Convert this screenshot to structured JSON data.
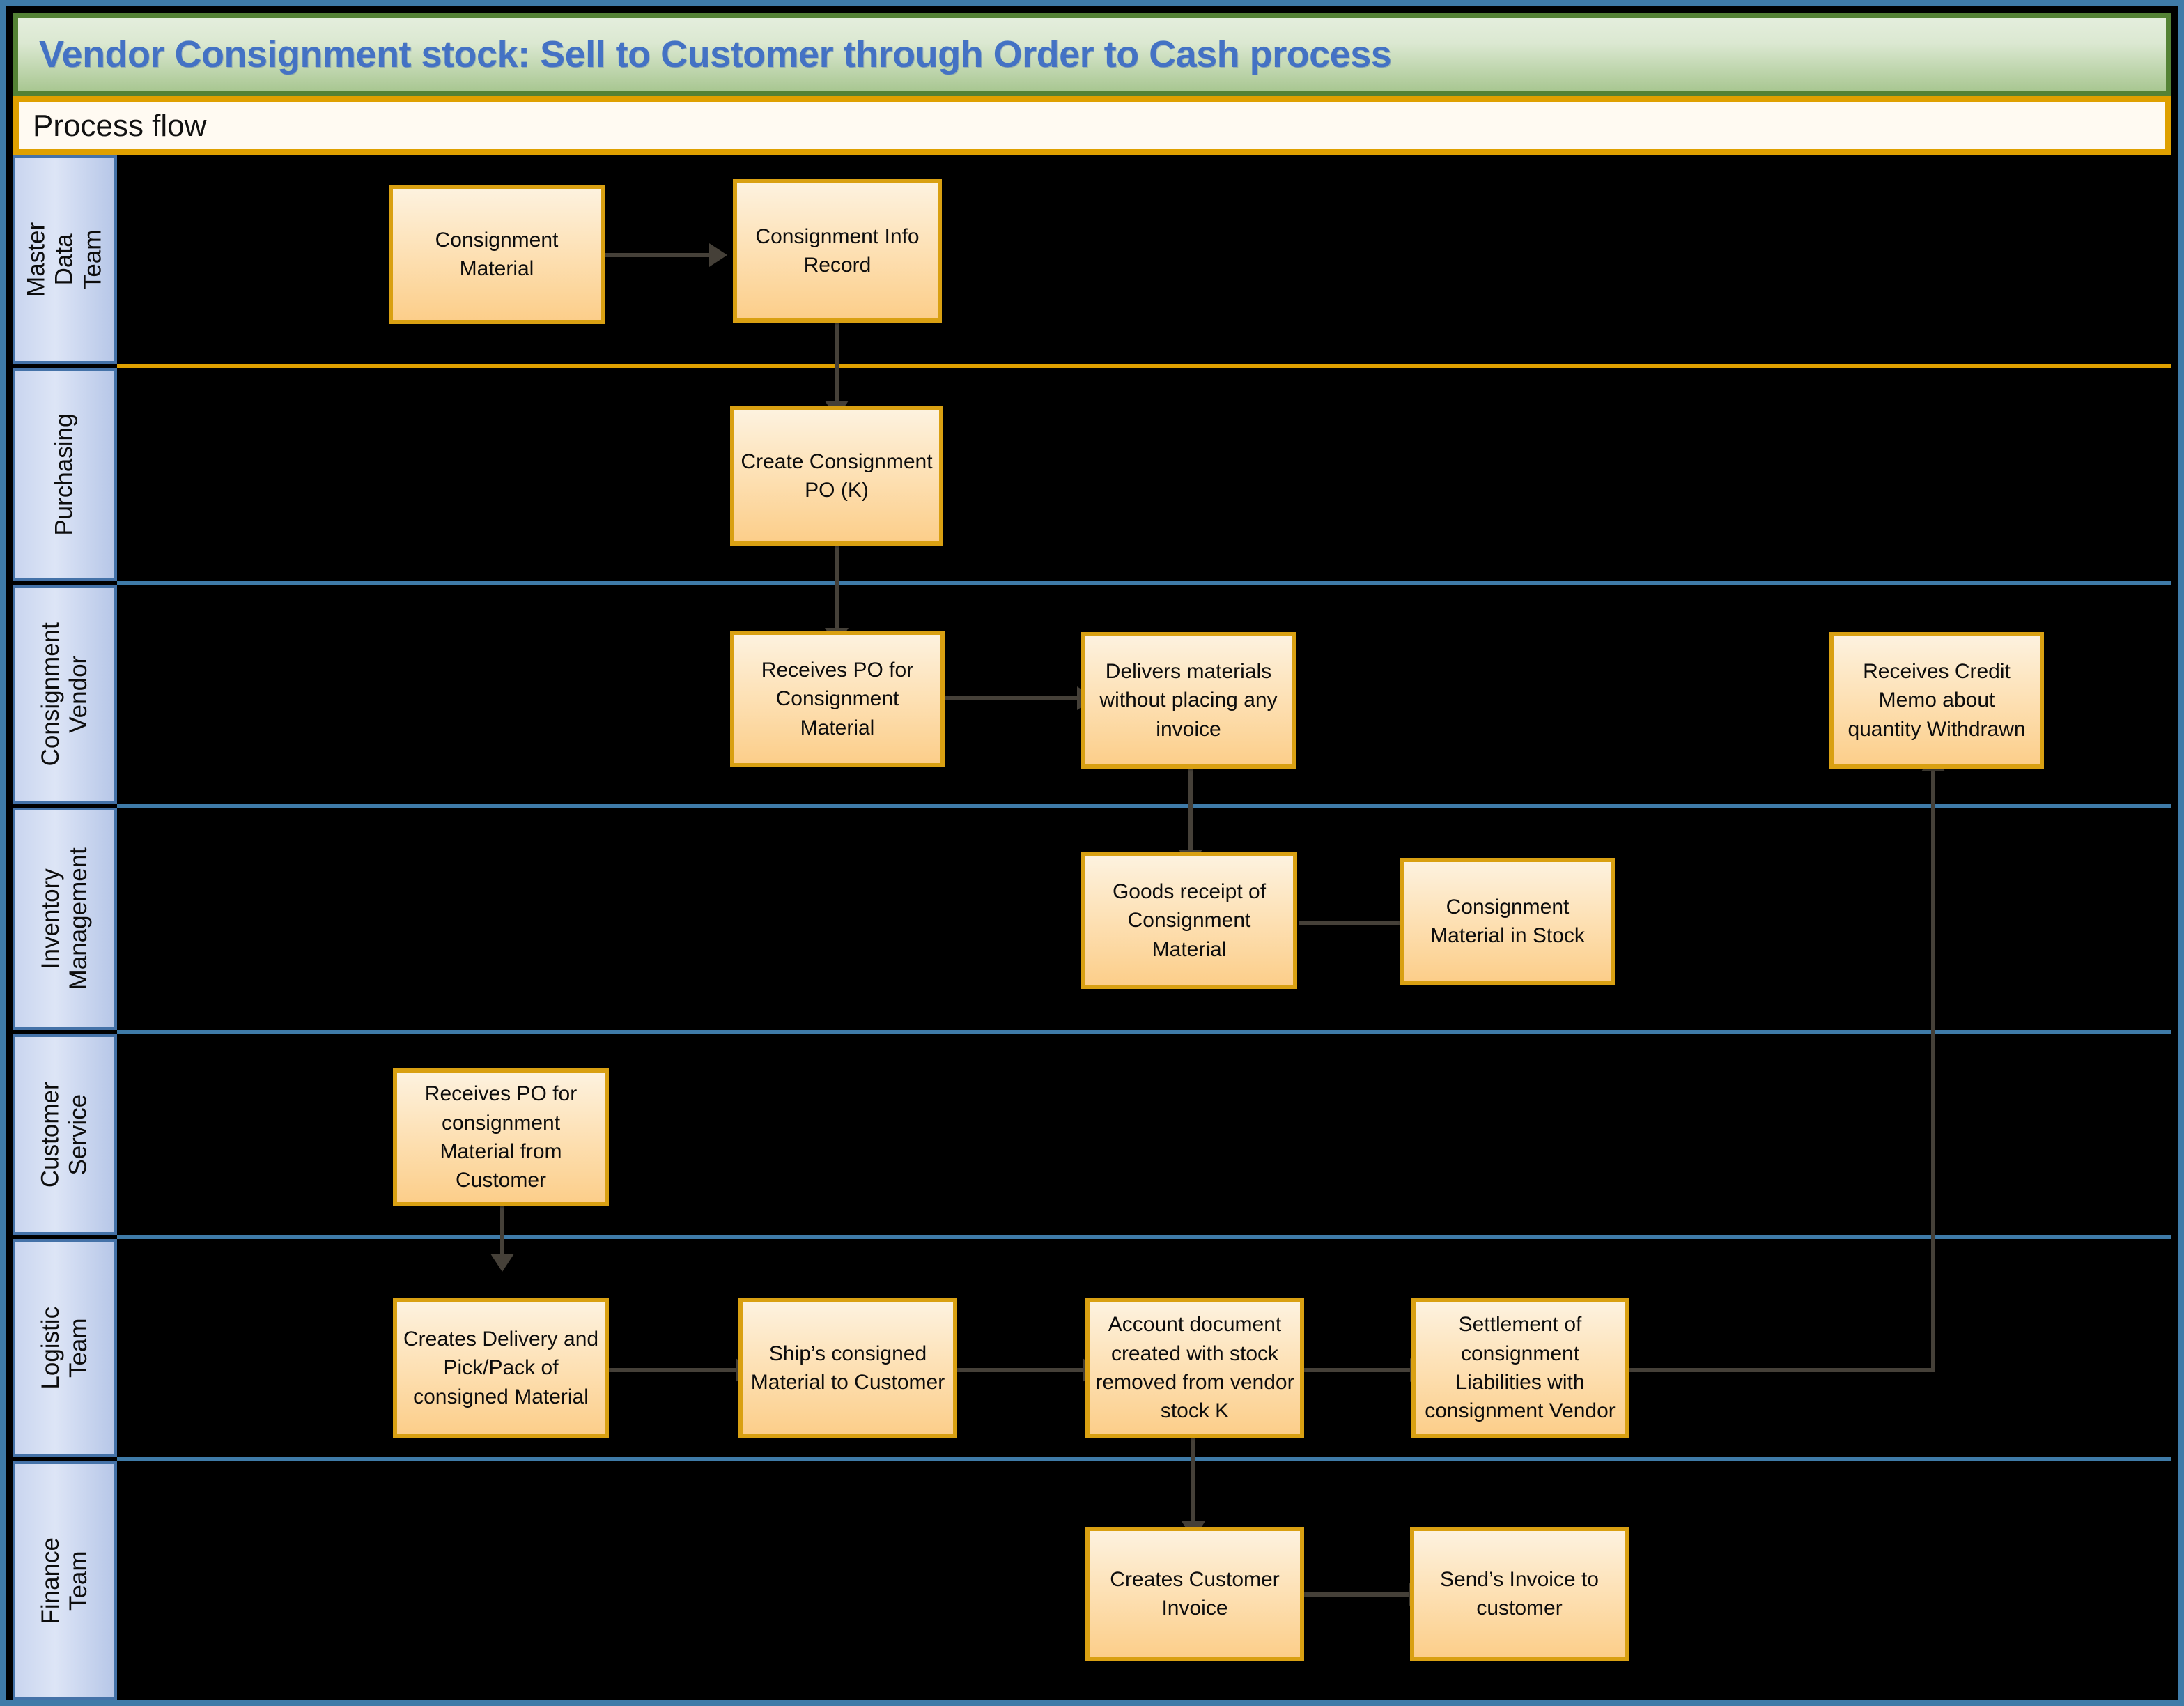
{
  "title": "Vendor Consignment stock: Sell to Customer through Order to Cash process",
  "section_label": "Process flow",
  "colors": {
    "title_text": "#4472c4",
    "title_band": "#a9c792",
    "title_border": "#548235",
    "section_border": "#dfa000",
    "section_fill": "#fffaf2",
    "lane_header_fill": "#c9d5ef",
    "lane_header_border": "#4472a8",
    "lane_separator": "#3f7ba8",
    "box_border": "#d9a012",
    "box_fill": "#fcce8a",
    "connector": "#454038",
    "canvas": "#000000",
    "outer_border": "#3f7ba8"
  },
  "lanes": [
    {
      "id": "master-data-team",
      "label": "Master Data\nTeam"
    },
    {
      "id": "purchasing",
      "label": "Purchasing"
    },
    {
      "id": "consignment-vendor",
      "label": "Consignment\nVendor"
    },
    {
      "id": "inventory-management",
      "label": "Inventory\nManagement"
    },
    {
      "id": "customer-service",
      "label": "Customer\nService"
    },
    {
      "id": "logistic-team",
      "label": "Logistic Team"
    },
    {
      "id": "finance-team",
      "label": "Finance Team"
    }
  ],
  "boxes": [
    {
      "id": "consignment-material",
      "lane": "master-data-team",
      "label": "Consignment Material"
    },
    {
      "id": "consignment-info-record",
      "lane": "master-data-team",
      "label": "Consignment Info Record"
    },
    {
      "id": "create-consignment-po",
      "lane": "purchasing",
      "label": "Create Consignment PO (K)"
    },
    {
      "id": "receives-po-consignment",
      "lane": "consignment-vendor",
      "label": "Receives PO for Consignment Material"
    },
    {
      "id": "delivers-materials",
      "lane": "consignment-vendor",
      "label": "Delivers materials without placing any invoice"
    },
    {
      "id": "receives-credit-memo",
      "lane": "consignment-vendor",
      "label": "Receives Credit Memo about quantity Withdrawn"
    },
    {
      "id": "goods-receipt",
      "lane": "inventory-management",
      "label": "Goods receipt of Consignment Material"
    },
    {
      "id": "material-in-stock",
      "lane": "inventory-management",
      "label": "Consignment Material in Stock"
    },
    {
      "id": "receives-po-from-customer",
      "lane": "customer-service",
      "label": "Receives PO for consignment Material from Customer"
    },
    {
      "id": "creates-delivery-pickpack",
      "lane": "logistic-team",
      "label": "Creates Delivery and Pick/Pack of consigned Material"
    },
    {
      "id": "ships-consigned-material",
      "lane": "logistic-team",
      "label": "Ship’s consigned Material to Customer"
    },
    {
      "id": "account-document-created",
      "lane": "logistic-team",
      "label": "Account document created with stock removed from vendor stock K"
    },
    {
      "id": "settlement-liabilities",
      "lane": "logistic-team",
      "label": "Settlement of consignment Liabilities with consignment Vendor"
    },
    {
      "id": "creates-customer-invoice",
      "lane": "finance-team",
      "label": "Creates Customer Invoice"
    },
    {
      "id": "sends-invoice-to-customer",
      "lane": "finance-team",
      "label": "Send’s Invoice to customer"
    }
  ],
  "connections": [
    {
      "from": "consignment-material",
      "to": "consignment-info-record",
      "direction": "right"
    },
    {
      "from": "consignment-info-record",
      "to": "create-consignment-po",
      "direction": "down"
    },
    {
      "from": "create-consignment-po",
      "to": "receives-po-consignment",
      "direction": "down"
    },
    {
      "from": "receives-po-consignment",
      "to": "delivers-materials",
      "direction": "right"
    },
    {
      "from": "delivers-materials",
      "to": "goods-receipt",
      "direction": "down"
    },
    {
      "from": "goods-receipt",
      "to": "material-in-stock",
      "direction": "right"
    },
    {
      "from": "receives-po-from-customer",
      "to": "creates-delivery-pickpack",
      "direction": "down"
    },
    {
      "from": "creates-delivery-pickpack",
      "to": "ships-consigned-material",
      "direction": "right"
    },
    {
      "from": "ships-consigned-material",
      "to": "account-document-created",
      "direction": "right"
    },
    {
      "from": "account-document-created",
      "to": "settlement-liabilities",
      "direction": "right"
    },
    {
      "from": "account-document-created",
      "to": "creates-customer-invoice",
      "direction": "down"
    },
    {
      "from": "creates-customer-invoice",
      "to": "sends-invoice-to-customer",
      "direction": "right"
    },
    {
      "from": "settlement-liabilities",
      "to": "receives-credit-memo",
      "direction": "up-right"
    }
  ]
}
